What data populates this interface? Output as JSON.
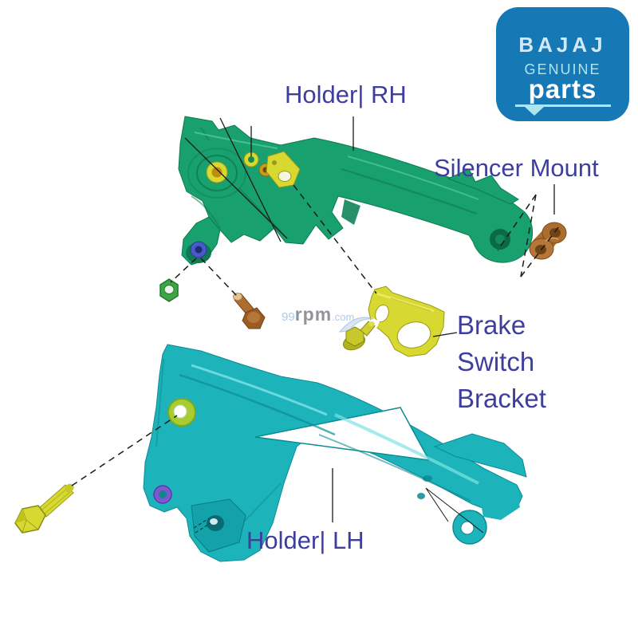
{
  "labels": {
    "holder_rh": "Holder| RH",
    "silencer_mount": "Silencer Mount",
    "brake_switch_line1": "Brake",
    "brake_switch_line2": "Switch",
    "brake_switch_line3": "Bracket",
    "holder_lh": "Holder| LH"
  },
  "watermark": {
    "prefix": "99",
    "brand": "rpm",
    "suffix": ".com"
  },
  "logo": {
    "brand": "BAJAJ",
    "line1": "GENUINE",
    "line2": "parts"
  },
  "parts": {
    "holder_rh": "footrest holder right-hand (green)",
    "holder_lh": "footrest holder left-hand (teal)",
    "silencer_mount": "copper silencer mount bushing",
    "brake_switch_bracket": "yellow brake switch bracket",
    "hex_nut": "green hex nut",
    "copper_bolt": "copper mounting bolt",
    "flange_bolt": "small yellow flange bolt",
    "hex_bolt": "yellow hex bolt"
  },
  "colors": {
    "label_text": "#3e3f9d",
    "holder_rh_green": "#18a06e",
    "holder_lh_teal": "#1cb4ba",
    "bracket_yellow": "#d8d832",
    "mount_copper": "#ad6d2e",
    "logo_blue": "#1778b6",
    "logo_cyan": "#aee6f0",
    "nut_green": "#3fa447",
    "bushing_blue": "#4a58c8",
    "bushing_purple": "#7d58cf",
    "boss_lime": "#a6ce33",
    "watermark_gray": "#8e8e96",
    "watermark_blue": "#a9c9e9"
  }
}
